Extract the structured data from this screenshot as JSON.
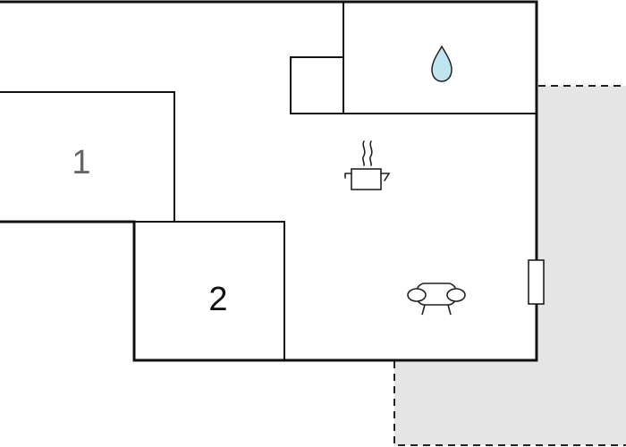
{
  "floorplan": {
    "rooms": [
      {
        "id": "room-1",
        "label": "1",
        "color": "#666666"
      },
      {
        "id": "room-2",
        "label": "2",
        "color": "#111111"
      }
    ],
    "icons": [
      {
        "room": "bathroom",
        "name": "water-drop-icon",
        "color": "#bfe6ef"
      },
      {
        "room": "kitchen",
        "name": "cooking-pot-icon"
      },
      {
        "room": "living-room",
        "name": "sofa-icon"
      }
    ],
    "colors": {
      "wall": "#111111",
      "terrace_fill": "#e5e5e5",
      "terrace_border": "#222222",
      "background": "#ffffff"
    }
  }
}
